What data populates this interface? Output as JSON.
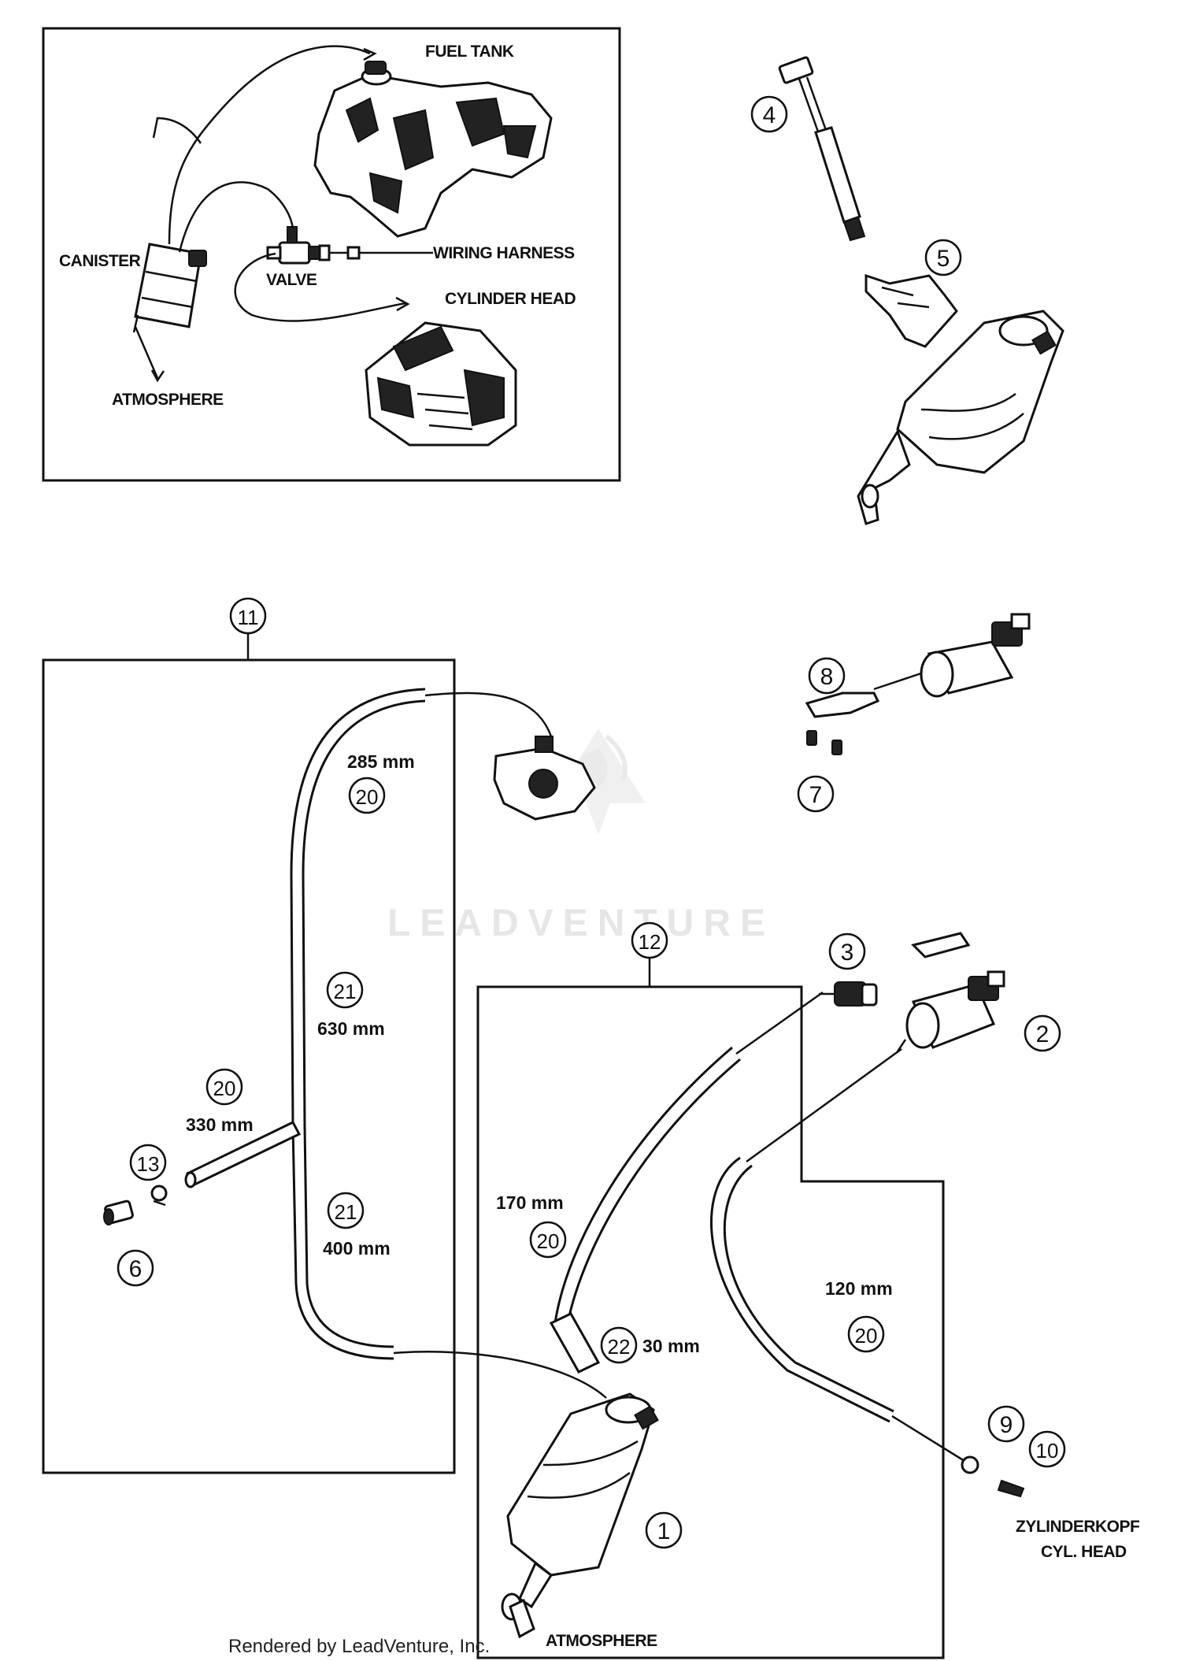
{
  "inset": {
    "fuel_tank": "FUEL TANK",
    "wiring_harness": "WIRING HARNESS",
    "canister": "CANISTER",
    "valve": "VALVE",
    "cylinder_head": "CYLINDER HEAD",
    "atmosphere": "ATMOSPHERE"
  },
  "callouts": {
    "c1": "1",
    "c2": "2",
    "c3": "3",
    "c4": "4",
    "c5": "5",
    "c6": "6",
    "c7": "7",
    "c8": "8",
    "c9": "9",
    "c10": "10",
    "c11": "11",
    "c12": "12",
    "c13": "13",
    "c20a": "20",
    "c20b": "20",
    "c20c": "20",
    "c20d": "20",
    "c21a": "21",
    "c21b": "21",
    "c22": "22"
  },
  "dimensions": {
    "d285": "285 mm",
    "d630": "630 mm",
    "d330": "330 mm",
    "d400": "400 mm",
    "d170": "170 mm",
    "d30": "30 mm",
    "d120": "120 mm"
  },
  "labels": {
    "zylinderkopf": "ZYLINDERKOPF",
    "cyl_head": "CYL. HEAD",
    "atmosphere_bottom": "ATMOSPHERE"
  },
  "watermark": "LEADVENTURE",
  "footer": "Rendered by LeadVenture, Inc."
}
